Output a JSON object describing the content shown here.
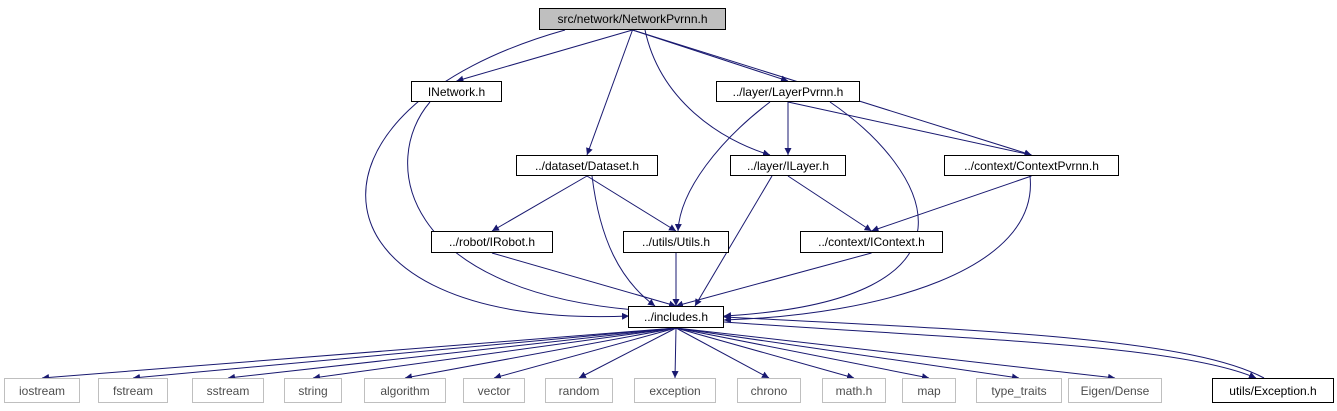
{
  "diagram": {
    "nodes": [
      {
        "id": "network_pvrnn",
        "label": "src/network/NetworkPvrnn.h",
        "kind": "root"
      },
      {
        "id": "inetwork",
        "label": "INetwork.h",
        "kind": "local"
      },
      {
        "id": "layer_pvrnn",
        "label": "../layer/LayerPvrnn.h",
        "kind": "local"
      },
      {
        "id": "dataset",
        "label": "../dataset/Dataset.h",
        "kind": "local"
      },
      {
        "id": "ilayer",
        "label": "../layer/ILayer.h",
        "kind": "local"
      },
      {
        "id": "context_pvrnn",
        "label": "../context/ContextPvrnn.h",
        "kind": "local"
      },
      {
        "id": "irobot",
        "label": "../robot/IRobot.h",
        "kind": "local"
      },
      {
        "id": "utils",
        "label": "../utils/Utils.h",
        "kind": "local"
      },
      {
        "id": "icontext",
        "label": "../context/IContext.h",
        "kind": "local"
      },
      {
        "id": "includes",
        "label": "../includes.h",
        "kind": "local"
      },
      {
        "id": "iostream",
        "label": "iostream",
        "kind": "system"
      },
      {
        "id": "fstream",
        "label": "fstream",
        "kind": "system"
      },
      {
        "id": "sstream",
        "label": "sstream",
        "kind": "system"
      },
      {
        "id": "string",
        "label": "string",
        "kind": "system"
      },
      {
        "id": "algorithm",
        "label": "algorithm",
        "kind": "system"
      },
      {
        "id": "vector",
        "label": "vector",
        "kind": "system"
      },
      {
        "id": "random",
        "label": "random",
        "kind": "system"
      },
      {
        "id": "exception",
        "label": "exception",
        "kind": "system"
      },
      {
        "id": "chrono",
        "label": "chrono",
        "kind": "system"
      },
      {
        "id": "math",
        "label": "math.h",
        "kind": "system"
      },
      {
        "id": "map",
        "label": "map",
        "kind": "system"
      },
      {
        "id": "type_traits",
        "label": "type_traits",
        "kind": "system"
      },
      {
        "id": "eigen_dense",
        "label": "Eigen/Dense",
        "kind": "system"
      },
      {
        "id": "utils_exception",
        "label": "utils/Exception.h",
        "kind": "local"
      }
    ],
    "edges": [
      {
        "from": "network_pvrnn",
        "to": "inetwork"
      },
      {
        "from": "network_pvrnn",
        "to": "dataset"
      },
      {
        "from": "network_pvrnn",
        "to": "layer_pvrnn"
      },
      {
        "from": "network_pvrnn",
        "to": "ilayer"
      },
      {
        "from": "network_pvrnn",
        "to": "context_pvrnn"
      },
      {
        "from": "network_pvrnn",
        "to": "includes"
      },
      {
        "from": "inetwork",
        "to": "includes"
      },
      {
        "from": "layer_pvrnn",
        "to": "ilayer"
      },
      {
        "from": "layer_pvrnn",
        "to": "context_pvrnn"
      },
      {
        "from": "layer_pvrnn",
        "to": "utils"
      },
      {
        "from": "layer_pvrnn",
        "to": "includes"
      },
      {
        "from": "dataset",
        "to": "irobot"
      },
      {
        "from": "dataset",
        "to": "utils"
      },
      {
        "from": "dataset",
        "to": "includes"
      },
      {
        "from": "ilayer",
        "to": "icontext"
      },
      {
        "from": "ilayer",
        "to": "includes"
      },
      {
        "from": "context_pvrnn",
        "to": "icontext"
      },
      {
        "from": "context_pvrnn",
        "to": "includes"
      },
      {
        "from": "irobot",
        "to": "includes"
      },
      {
        "from": "utils",
        "to": "includes"
      },
      {
        "from": "icontext",
        "to": "includes"
      },
      {
        "from": "includes",
        "to": "iostream"
      },
      {
        "from": "includes",
        "to": "fstream"
      },
      {
        "from": "includes",
        "to": "sstream"
      },
      {
        "from": "includes",
        "to": "string"
      },
      {
        "from": "includes",
        "to": "algorithm"
      },
      {
        "from": "includes",
        "to": "vector"
      },
      {
        "from": "includes",
        "to": "random"
      },
      {
        "from": "includes",
        "to": "exception"
      },
      {
        "from": "includes",
        "to": "chrono"
      },
      {
        "from": "includes",
        "to": "math"
      },
      {
        "from": "includes",
        "to": "map"
      },
      {
        "from": "includes",
        "to": "type_traits"
      },
      {
        "from": "includes",
        "to": "eigen_dense"
      },
      {
        "from": "includes",
        "to": "utils_exception"
      },
      {
        "from": "utils_exception",
        "to": "includes"
      }
    ],
    "colors": {
      "edge": "#191970",
      "node_border": "#000000",
      "system_border": "#bfbfbf",
      "system_text": "#4d4d4d",
      "root_fill": "#bfbfbf"
    }
  }
}
